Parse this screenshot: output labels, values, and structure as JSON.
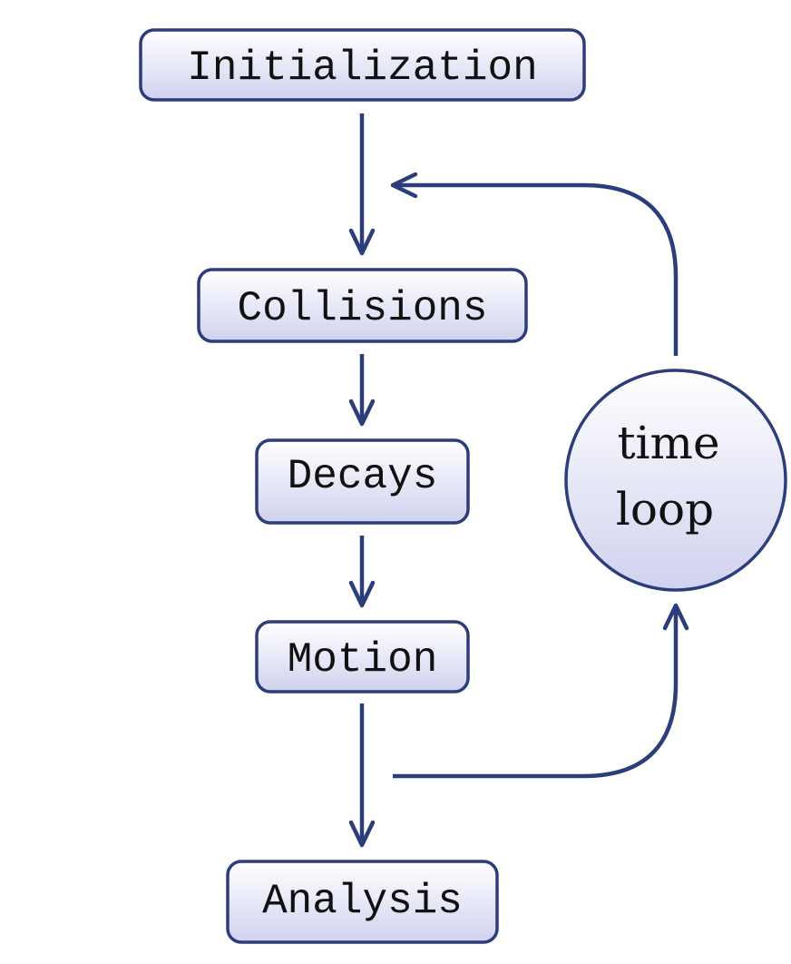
{
  "nodes": {
    "initialization": "Initialization",
    "collisions": "Collisions",
    "decays": "Decays",
    "motion": "Motion",
    "analysis": "Analysis"
  },
  "loop": {
    "line1": "time",
    "line2": "loop"
  },
  "colors": {
    "stroke": "#2b3d7a",
    "fill_top": "#ffffff",
    "fill_bottom": "#d0d2ef",
    "text": "#111111"
  }
}
